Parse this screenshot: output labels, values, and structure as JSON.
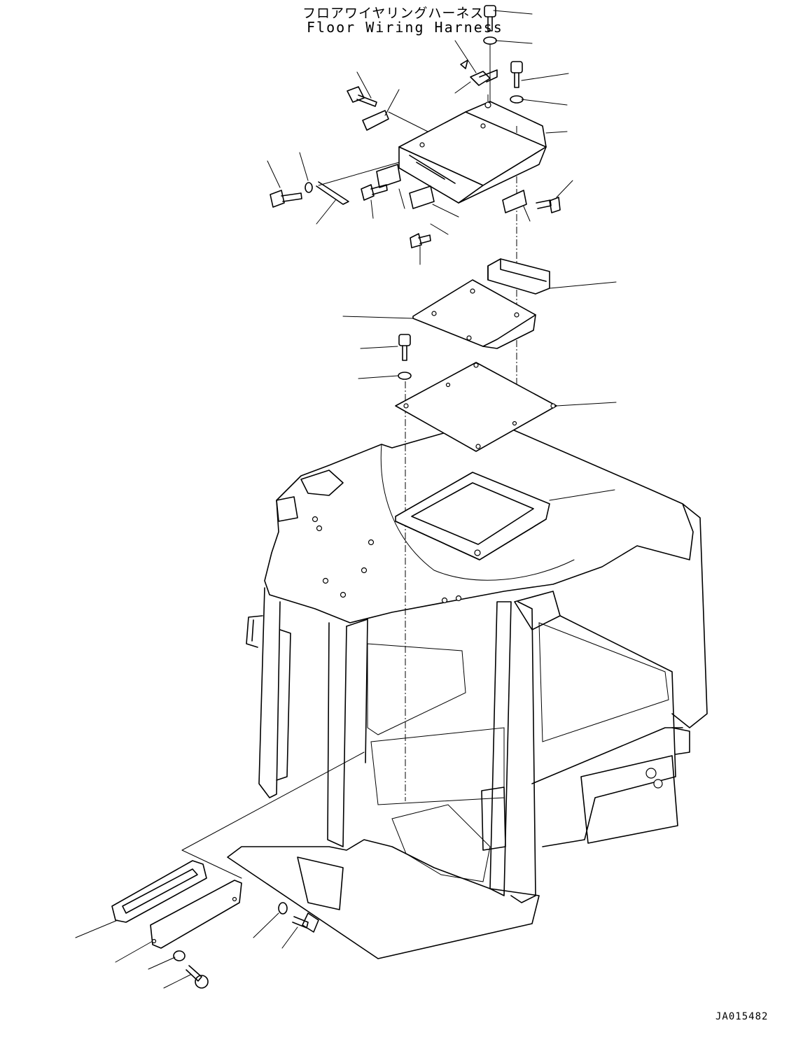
{
  "callout": {
    "japanese": "フロアワイヤリングハーネス",
    "english": "Floor Wiring Harness"
  },
  "drawing_code": "JA015482"
}
